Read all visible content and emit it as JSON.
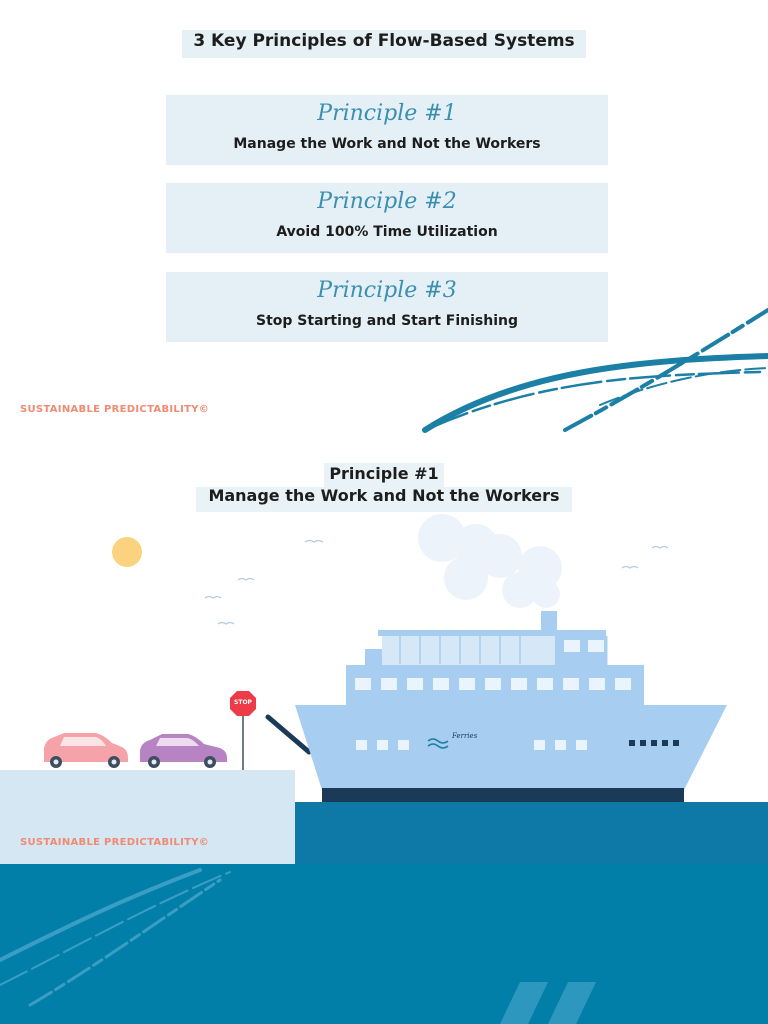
{
  "header": {
    "title": "3 Key Principles of Flow-Based Systems"
  },
  "principles": [
    {
      "script_label": "Principle #1",
      "text": "Manage the Work and Not the Workers"
    },
    {
      "script_label": "Principle #2",
      "text": "Avoid 100% Time Utilization"
    },
    {
      "script_label": "Principle #3",
      "text": "Stop Starting and Start Finishing"
    }
  ],
  "brand": {
    "text": "SUSTAINABLE  PREDICTABILITY©"
  },
  "section": {
    "title_line1": "Principle #1",
    "title_line2": "Manage the Work and Not the Workers"
  },
  "illustration": {
    "stop_sign": "STOP",
    "ship_name": "Ferries"
  },
  "colors": {
    "accent": "#3b8fb0",
    "brand": "#f08a72",
    "sea": "#0e78a6",
    "deep_sea": "#027fa8",
    "ship": "#a7cdf1"
  }
}
